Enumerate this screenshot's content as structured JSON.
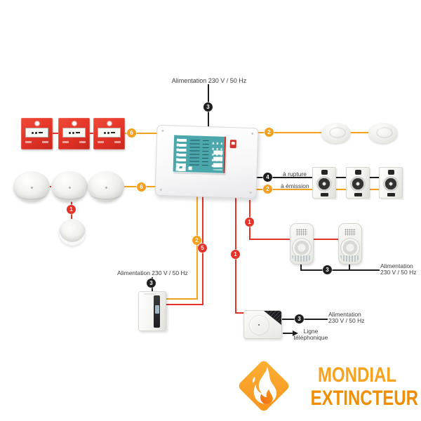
{
  "colors": {
    "wire_orange": "#f5a11e",
    "wire_red": "#e5332a",
    "wire_black": "#1f1f1f",
    "panel_display_teal": "#4ba7ab",
    "call_point_red": "#e23327",
    "logo_orange_light": "#f9a21e",
    "logo_orange_dark": "#f18e00"
  },
  "labels": {
    "power_230": "Alimentation 230 V / 50 Hz",
    "a_rupture": "à rupture",
    "a_emission": "à émission",
    "alimentation": "Alimentation",
    "hz_230": "230 V / 50 Hz",
    "ligne": "Ligne",
    "telephonique": "téléphonique"
  },
  "badges": {
    "panel_power": "3",
    "call_points_line": "6",
    "detectors_line": "6",
    "indicator_line": "1",
    "heat_detectors_line": "2",
    "rupture_line": "4",
    "emission_line": "2",
    "sounders_line": "1",
    "sounders_power": "3",
    "psu_power": "3",
    "psu_orange_line": "2",
    "psu_red_line": "5",
    "transmitter_line": "1",
    "transmitter_power": "3"
  },
  "icons": {
    "flame-icon": "logo flame glyph in orange diamond",
    "arrow-right-icon": "black right arrow to telephone line"
  },
  "logo": {
    "word1": "MONDIAL",
    "word2": "EXTINCTEUR"
  }
}
